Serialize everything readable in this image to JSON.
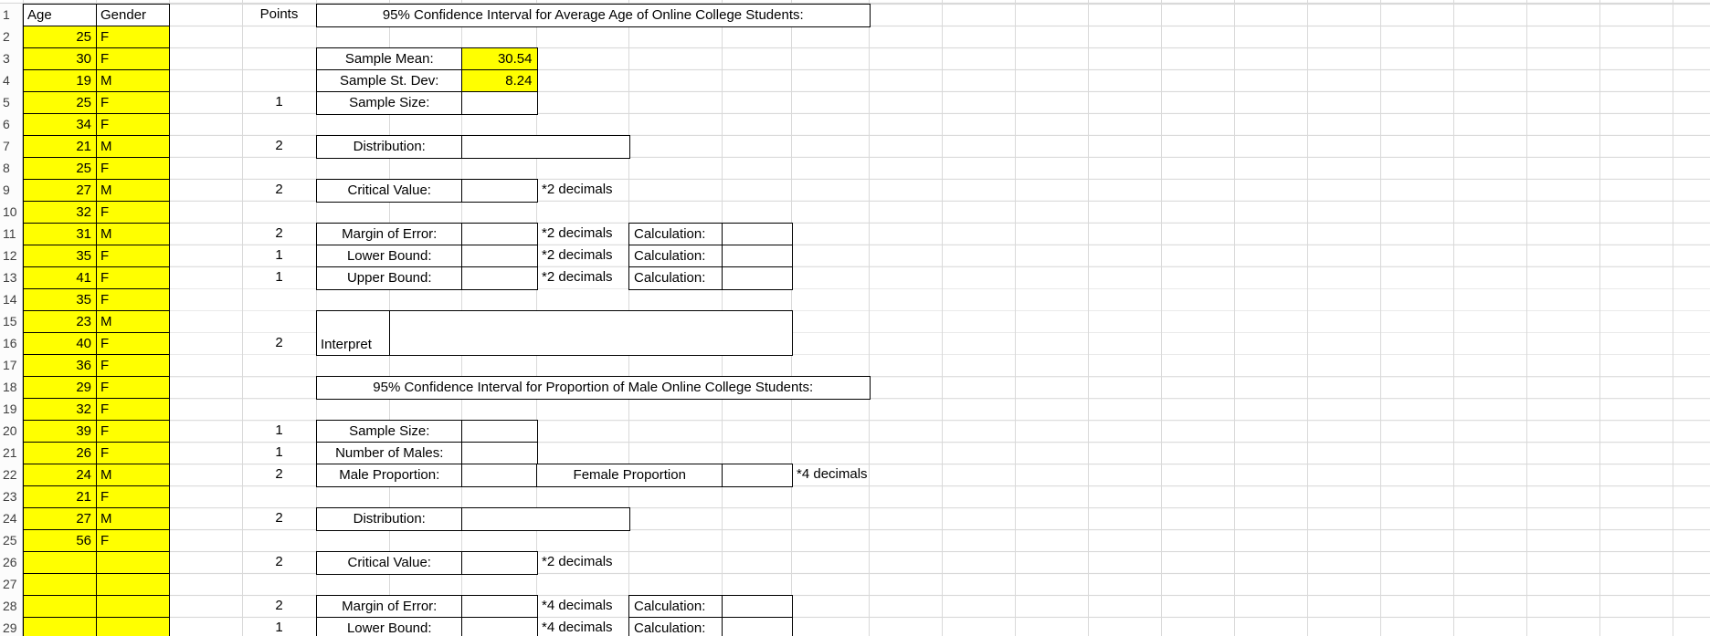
{
  "colors": {
    "highlight_yellow": "#ffff00",
    "gridline": "#d9d9d9",
    "box_border": "#000000"
  },
  "grid": {
    "visible_row_count": 29
  },
  "age_table": {
    "headers": {
      "age": "Age",
      "gender": "Gender"
    },
    "rows": [
      {
        "age": "25",
        "gender": "F"
      },
      {
        "age": "30",
        "gender": "F"
      },
      {
        "age": "19",
        "gender": "M"
      },
      {
        "age": "25",
        "gender": "F"
      },
      {
        "age": "34",
        "gender": "F"
      },
      {
        "age": "21",
        "gender": "M"
      },
      {
        "age": "25",
        "gender": "F"
      },
      {
        "age": "27",
        "gender": "M"
      },
      {
        "age": "32",
        "gender": "F"
      },
      {
        "age": "31",
        "gender": "M"
      },
      {
        "age": "35",
        "gender": "F"
      },
      {
        "age": "41",
        "gender": "F"
      },
      {
        "age": "35",
        "gender": "F"
      },
      {
        "age": "23",
        "gender": "M"
      },
      {
        "age": "40",
        "gender": "F"
      },
      {
        "age": "36",
        "gender": "F"
      },
      {
        "age": "29",
        "gender": "F"
      },
      {
        "age": "32",
        "gender": "F"
      },
      {
        "age": "39",
        "gender": "F"
      },
      {
        "age": "26",
        "gender": "F"
      },
      {
        "age": "24",
        "gender": "M"
      },
      {
        "age": "21",
        "gender": "F"
      },
      {
        "age": "27",
        "gender": "M"
      },
      {
        "age": "56",
        "gender": "F"
      }
    ],
    "highlighted_empty_row_count": 4
  },
  "points_column": {
    "header": "Points"
  },
  "mean_section": {
    "title": "95% Confidence Interval for Average Age of Online College Students:",
    "sample_mean": {
      "label": "Sample Mean:",
      "value": "30.54"
    },
    "sample_stdev": {
      "label": "Sample St. Dev:",
      "value": "8.24"
    },
    "sample_size": {
      "label": "Sample Size:",
      "points": "1",
      "value": ""
    },
    "distribution": {
      "label": "Distribution:",
      "points": "2",
      "value": ""
    },
    "critical_value": {
      "label": "Critical Value:",
      "points": "2",
      "value": "",
      "note": "*2 decimals"
    },
    "margin_of_error": {
      "label": "Margin of Error:",
      "points": "2",
      "value": "",
      "note": "*2 decimals",
      "calc_label": "Calculation:",
      "calc_value": ""
    },
    "lower_bound": {
      "label": "Lower Bound:",
      "points": "1",
      "value": "",
      "note": "*2 decimals",
      "calc_label": "Calculation:",
      "calc_value": ""
    },
    "upper_bound": {
      "label": "Upper Bound:",
      "points": "1",
      "value": "",
      "note": "*2 decimals",
      "calc_label": "Calculation:",
      "calc_value": ""
    },
    "interpret": {
      "label": "Interpret",
      "points": "2",
      "value": ""
    }
  },
  "proportion_section": {
    "title": "95% Confidence Interval for Proportion of Male Online College Students:",
    "sample_size": {
      "label": "Sample Size:",
      "points": "1",
      "value": ""
    },
    "number_of_males": {
      "label": "Number of Males:",
      "points": "1",
      "value": ""
    },
    "male_proportion": {
      "label": "Male Proportion:",
      "points": "2",
      "value": ""
    },
    "female_proportion": {
      "label": "Female Proportion",
      "value": "",
      "note": "*4 decimals"
    },
    "distribution": {
      "label": "Distribution:",
      "points": "2",
      "value": ""
    },
    "critical_value": {
      "label": "Critical Value:",
      "points": "2",
      "value": "",
      "note": "*2 decimals"
    },
    "margin_of_error": {
      "label": "Margin of Error:",
      "points": "2",
      "value": "",
      "note": "*4 decimals",
      "calc_label": "Calculation:",
      "calc_value": ""
    },
    "lower_bound": {
      "label": "Lower Bound:",
      "points": "1",
      "value": "",
      "note": "*4 decimals",
      "calc_label": "Calculation:",
      "calc_value": ""
    }
  }
}
